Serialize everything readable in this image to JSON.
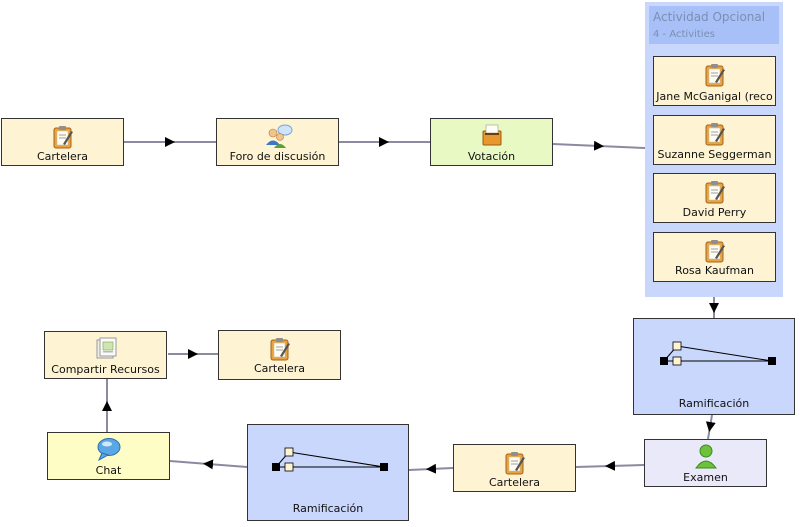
{
  "optional_group": {
    "title": "Actividad Opcional",
    "subtitle": "4 - Activities",
    "items": [
      {
        "label": "Jane McGanigal (reco",
        "icon": "notice-board-icon"
      },
      {
        "label": "Suzanne Seggerman",
        "icon": "notice-board-icon"
      },
      {
        "label": "David Perry",
        "icon": "notice-board-icon"
      },
      {
        "label": "Rosa Kaufman",
        "icon": "notice-board-icon"
      }
    ]
  },
  "activities": {
    "cartelera_1": {
      "label": "Cartelera",
      "icon": "notice-board-icon"
    },
    "foro": {
      "label": "Foro de discusión",
      "icon": "forum-users-icon"
    },
    "votacion": {
      "label": "Votación",
      "icon": "ballot-box-icon"
    },
    "ramificacion_1": {
      "label": "Ramificación",
      "icon": "branching-icon"
    },
    "examen": {
      "label": "Examen",
      "icon": "user-assessment-icon"
    },
    "cartelera_2": {
      "label": "Cartelera",
      "icon": "notice-board-icon"
    },
    "ramificacion_2": {
      "label": "Ramificación",
      "icon": "branching-icon"
    },
    "chat": {
      "label": "Chat",
      "icon": "chat-bubble-icon"
    },
    "compartir": {
      "label": "Compartir Recursos",
      "icon": "share-resources-icon"
    },
    "cartelera_3": {
      "label": "Cartelera",
      "icon": "notice-board-icon"
    }
  },
  "colors": {
    "tool": "#fef3d3",
    "vote": "#e9f9c4",
    "chat": "#fefdc5",
    "branch": "#c8d7fb",
    "assessment": "#eae9fa",
    "connector": "#8a8aa0"
  }
}
